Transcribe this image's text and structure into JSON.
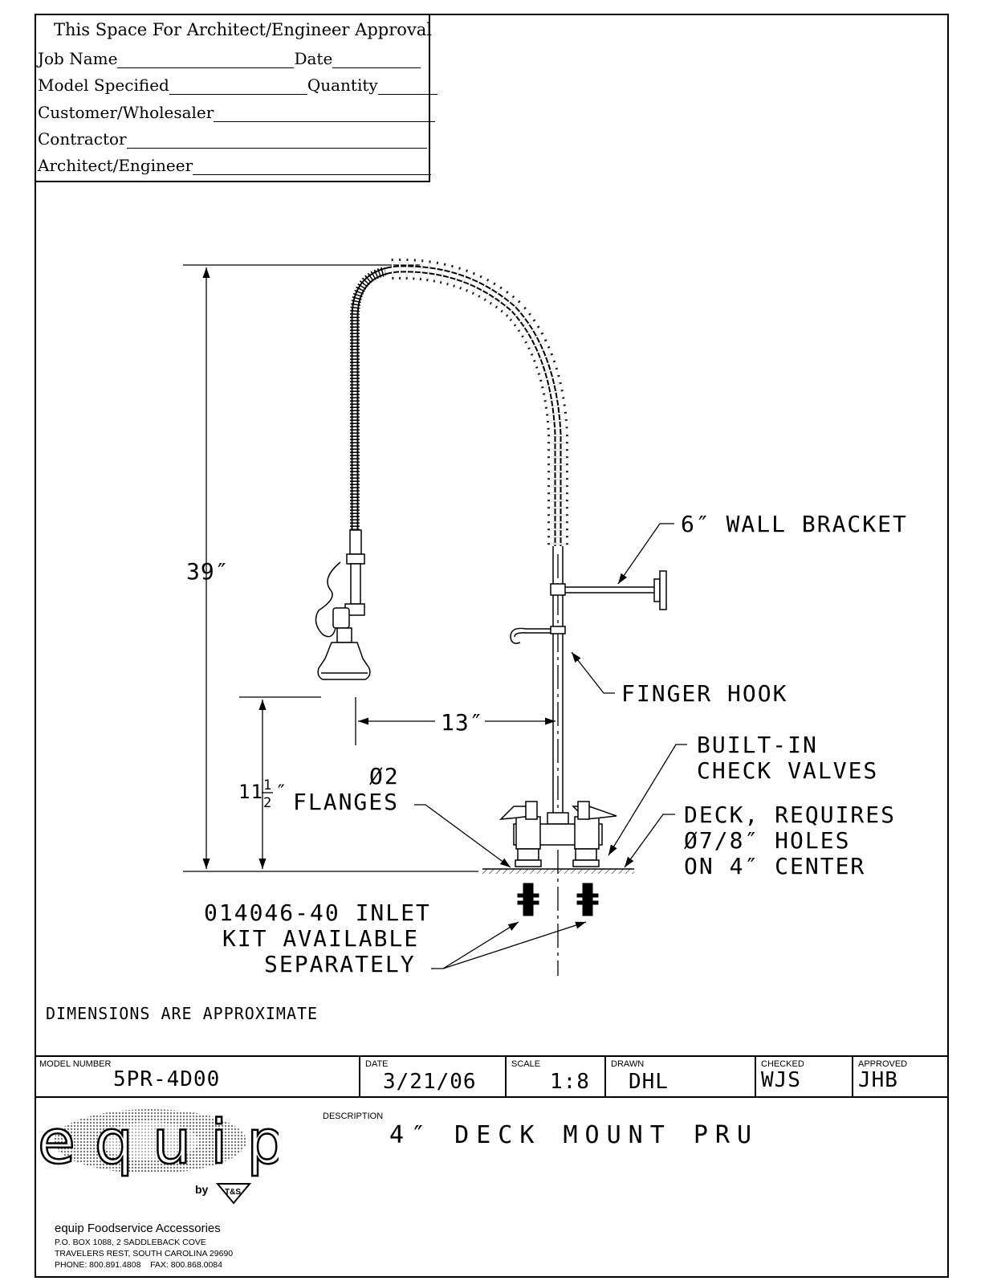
{
  "approval_block": {
    "heading": "This Space For Architect/Engineer Approval",
    "fields": [
      {
        "label": "Job Name",
        "second_label": "Date"
      },
      {
        "label": "Model Specified",
        "second_label": "Quantity"
      },
      {
        "label": "Customer/Wholesaler"
      },
      {
        "label": "Contractor"
      },
      {
        "label": "Architect/Engineer"
      }
    ]
  },
  "drawing": {
    "dim_height": "39″",
    "dim_reach": "13″",
    "dim_spout_whole": "11",
    "dim_spout_num": "1",
    "dim_spout_den": "2",
    "dim_spout_unit": "″",
    "callout_wall_bracket": "6″ WALL BRACKET",
    "callout_finger_hook": "FINGER HOOK",
    "callout_check_valves_1": "BUILT-IN",
    "callout_check_valves_2": "CHECK VALVES",
    "callout_flanges_1": "Ø2",
    "callout_flanges_2": "FLANGES",
    "callout_deck_1": "DECK, REQUIRES",
    "callout_deck_2": "Ø7/8″ HOLES",
    "callout_deck_3": "ON 4″ CENTER",
    "callout_inlet_1": "014046-40 INLET",
    "callout_inlet_2": "KIT AVAILABLE",
    "callout_inlet_3": "SEPARATELY"
  },
  "note": "DIMENSIONS ARE APPROXIMATE",
  "title_block": {
    "model_number_label": "MODEL NUMBER",
    "model_number": "5PR-4D00",
    "date_label": "DATE",
    "date": "3/21/06",
    "scale_label": "SCALE",
    "scale": "1:8",
    "drawn_label": "DRAWN",
    "drawn": "DHL",
    "checked_label": "CHECKED",
    "checked": "WJS",
    "approved_label": "APPROVED",
    "approved": "JHB",
    "description_label": "DESCRIPTION",
    "description": "4″ DECK MOUNT PRU"
  },
  "company": {
    "logo_word": "equip",
    "logo_by": "by",
    "logo_ts": "T&S",
    "name": "equip Foodservice Accessories",
    "address_1": "P.O. BOX 1088, 2 SADDLEBACK COVE",
    "address_2": "TRAVELERS REST, SOUTH CAROLINA 29690",
    "phone": "PHONE: 800.891.4808    FAX: 800.868.0084"
  }
}
